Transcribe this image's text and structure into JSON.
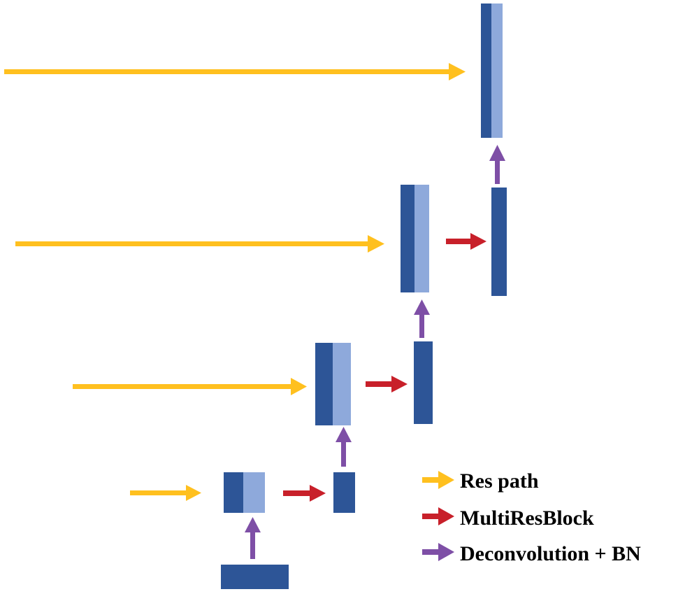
{
  "colors": {
    "res_path": "#FFC01F",
    "multires_block": "#C8202A",
    "deconvolution": "#7E4FA6",
    "block_dark": "#2D5597",
    "block_light": "#8EA9DB",
    "background": "#FFFFFF",
    "text": "#000000"
  },
  "legend": {
    "items": [
      {
        "key": "res_path",
        "label": "Res path"
      },
      {
        "key": "multires_block",
        "label": "MultiResBlock"
      },
      {
        "key": "deconvolution",
        "label": "Deconvolution + BN"
      }
    ]
  },
  "decoder_levels": [
    {
      "level": 1,
      "has_res_path": true,
      "has_multires_block": true,
      "has_deconvolution": true
    },
    {
      "level": 2,
      "has_res_path": true,
      "has_multires_block": true,
      "has_deconvolution": true
    },
    {
      "level": 3,
      "has_res_path": true,
      "has_multires_block": true,
      "has_deconvolution": true
    },
    {
      "level": 4,
      "has_res_path": true,
      "has_multires_block": false,
      "has_deconvolution": true
    }
  ]
}
